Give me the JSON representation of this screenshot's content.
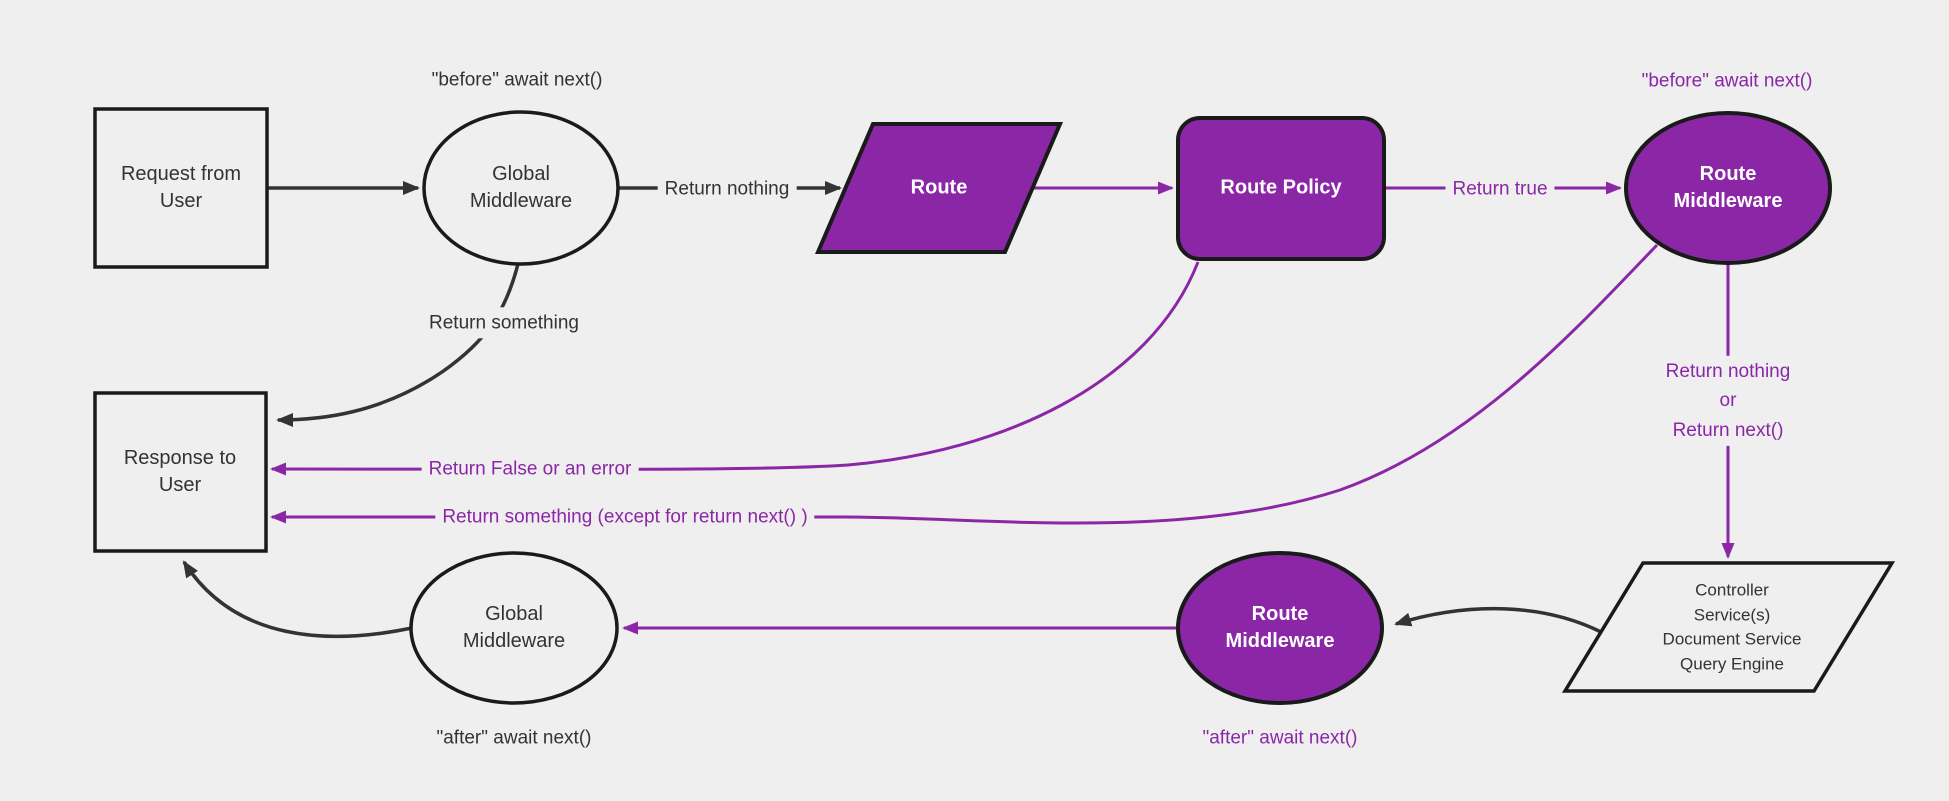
{
  "diagram": {
    "background": "#efefef",
    "colors": {
      "purple_fill": "#8b27a7",
      "purple_line": "#8b27a7",
      "black_line": "#333333",
      "node_border": "#1a1a1a",
      "dark_text": "#333333",
      "white_text": "#ffffff"
    },
    "nodes": {
      "request": {
        "label": "Request from\nUser"
      },
      "global_middleware_top": {
        "label": "Global\nMiddleware"
      },
      "route": {
        "label": "Route"
      },
      "route_policy": {
        "label": "Route Policy"
      },
      "route_middleware_top": {
        "label": "Route\nMiddleware"
      },
      "controller": {
        "label": "Controller\nService(s)\nDocument Service\nQuery Engine"
      },
      "route_middleware_bottom": {
        "label": "Route\nMiddleware"
      },
      "global_middleware_bottom": {
        "label": "Global\nMiddleware"
      },
      "response": {
        "label": "Response to\nUser"
      }
    },
    "edge_labels": {
      "before_await_top_left": "\"before\" await next()",
      "before_await_top_right": "\"before\" await next()",
      "return_nothing": "Return nothing",
      "return_something": "Return something",
      "return_true": "Return true",
      "return_nothing_or_next": "Return nothing\nor\nReturn next()",
      "return_false_or_error": "Return False or an error",
      "return_something_except": "Return something (except for return next() )",
      "after_await_middle": "\"after\" await next()",
      "after_await_left": "\"after\" await next()"
    }
  }
}
